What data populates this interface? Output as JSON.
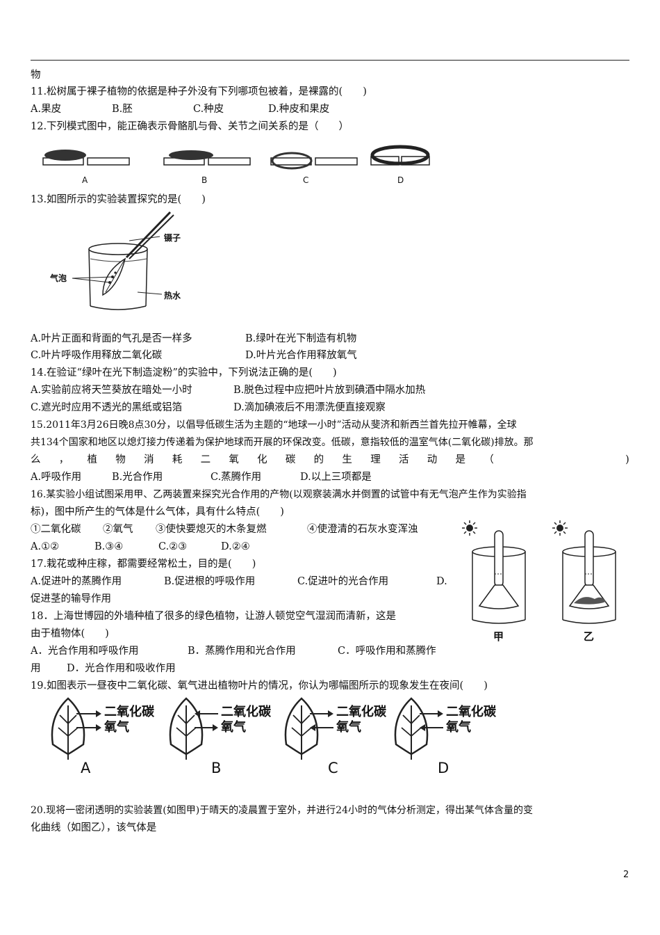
{
  "header": {
    "continued_text": "物"
  },
  "q11": {
    "stem": "11.松树属于裸子植物的依据是种子外没有下列哪项包被着，是裸露的(　　)",
    "options": [
      "A.果皮",
      "B.胚",
      "C.种皮",
      "D.种皮和果皮"
    ]
  },
  "q12": {
    "stem": "12.下列模式图中，能正确表示骨骼肌与骨、关节之间关系的是（　　）",
    "figure_labels": [
      "A",
      "B",
      "C",
      "D"
    ]
  },
  "q13": {
    "stem": "13.如图所示的实验装置探究的是(　　)",
    "figure_labels": {
      "tweezers": "镊子",
      "bubbles": "气泡",
      "hot_water": "热水"
    },
    "options": [
      "A.叶片正面和背面的气孔是否一样多",
      "B.绿叶在光下制造有机物",
      "C.叶片呼吸作用释放二氧化碳",
      "D.叶片光合作用释放氧气"
    ]
  },
  "q14": {
    "stem": "14.在验证“绿叶在光下制造淀粉”的实验中，下列说法正确的是(　　)",
    "options": [
      "A.实验前应将天竺葵放在暗处一小时",
      "B.脱色过程中应把叶片放到碘酒中隔水加热",
      "C.遮光时应用不透光的黑纸或铝箔",
      "D.滴加碘液后不用漂洗便直接观察"
    ]
  },
  "q15": {
    "line1": "15.2011年3月26日晚8点30分，以倡导低碳生活为主题的“地球一小时”活动从斐济和新西兰首先拉开帷幕，全球",
    "line2": "共134个国家和地区以熄灯接力传递着为保护地球而开展的环保改变。低碳，意指较低的温室气体(二氧化碳)排放。那",
    "line3_parts": [
      "么",
      "，",
      "植",
      "物",
      "消",
      "耗",
      "二",
      "氧",
      "化",
      "碳",
      "的",
      "生",
      "理",
      "活",
      "动",
      "是",
      "（",
      "　",
      "　",
      "　",
      "　",
      ")"
    ],
    "options": [
      "A.呼吸作用",
      "B.光合作用",
      "C.蒸腾作用",
      "D.以上三项都是"
    ]
  },
  "q16": {
    "line1": "16.某实验小组试图采用甲、乙两装置来探究光合作用的产物(以观察装满水并倒置的试管中有无气泡产生作为实验指",
    "line2": "标)，图中所产生的气体是什么气体，具有什么特点(　　)",
    "choices": [
      "①二氧化碳",
      "②氧气",
      "③使快要熄灭的木条复燃",
      "④使澄清的石灰水变浑浊"
    ],
    "options": [
      "A.①②",
      "B.③④",
      "C.②③",
      "D.②④"
    ],
    "figure_labels": [
      "甲",
      "乙"
    ]
  },
  "q17": {
    "stem": "17.栽花或种庄稼，都需要经常松土，目的是(　　)",
    "options_line1": [
      "A.促进叶的蒸腾作用",
      "B.促进根的呼吸作用",
      "C.促进叶的光合作用",
      "D."
    ],
    "options_line2": "促进茎的输导作用"
  },
  "q18": {
    "line1": "18．上海世博园的外墙种植了很多的绿色植物，让游人顿觉空气湿润而清新，这是",
    "line2": "由于植物体(　　)",
    "options_line1": [
      "A．光合作用和呼吸作用",
      "B．蒸腾作用和光合作用",
      "C．呼吸作用和蒸腾作"
    ],
    "options_line2": [
      "用",
      "D．光合作用和吸收作用"
    ]
  },
  "q19": {
    "stem": "19.如图表示一昼夜中二氧化碳、氧气进出植物叶片的情况，你认为哪幅图所示的现象发生在夜间(　　)",
    "gas_labels": {
      "co2": "二氧化碳",
      "o2": "氧气"
    },
    "figure_labels": [
      "A",
      "B",
      "C",
      "D"
    ]
  },
  "q20": {
    "line1": "20.现将一密闭透明的实验装置(如图甲)于晴天的凌晨置于室外，并进行24小时的气体分析测定，得出某气体含量的变",
    "line2": "化曲线（如图乙），该气体是"
  },
  "page_number": "2"
}
